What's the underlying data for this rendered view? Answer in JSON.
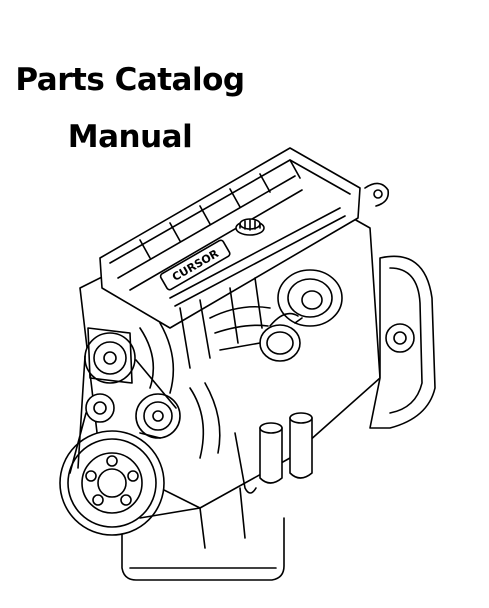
{
  "title": {
    "line1": "Parts Catalog",
    "line2": "Manual"
  },
  "engine": {
    "brand_text": "CURSOR",
    "stroke_color": "#000000",
    "fill_color": "#ffffff"
  }
}
